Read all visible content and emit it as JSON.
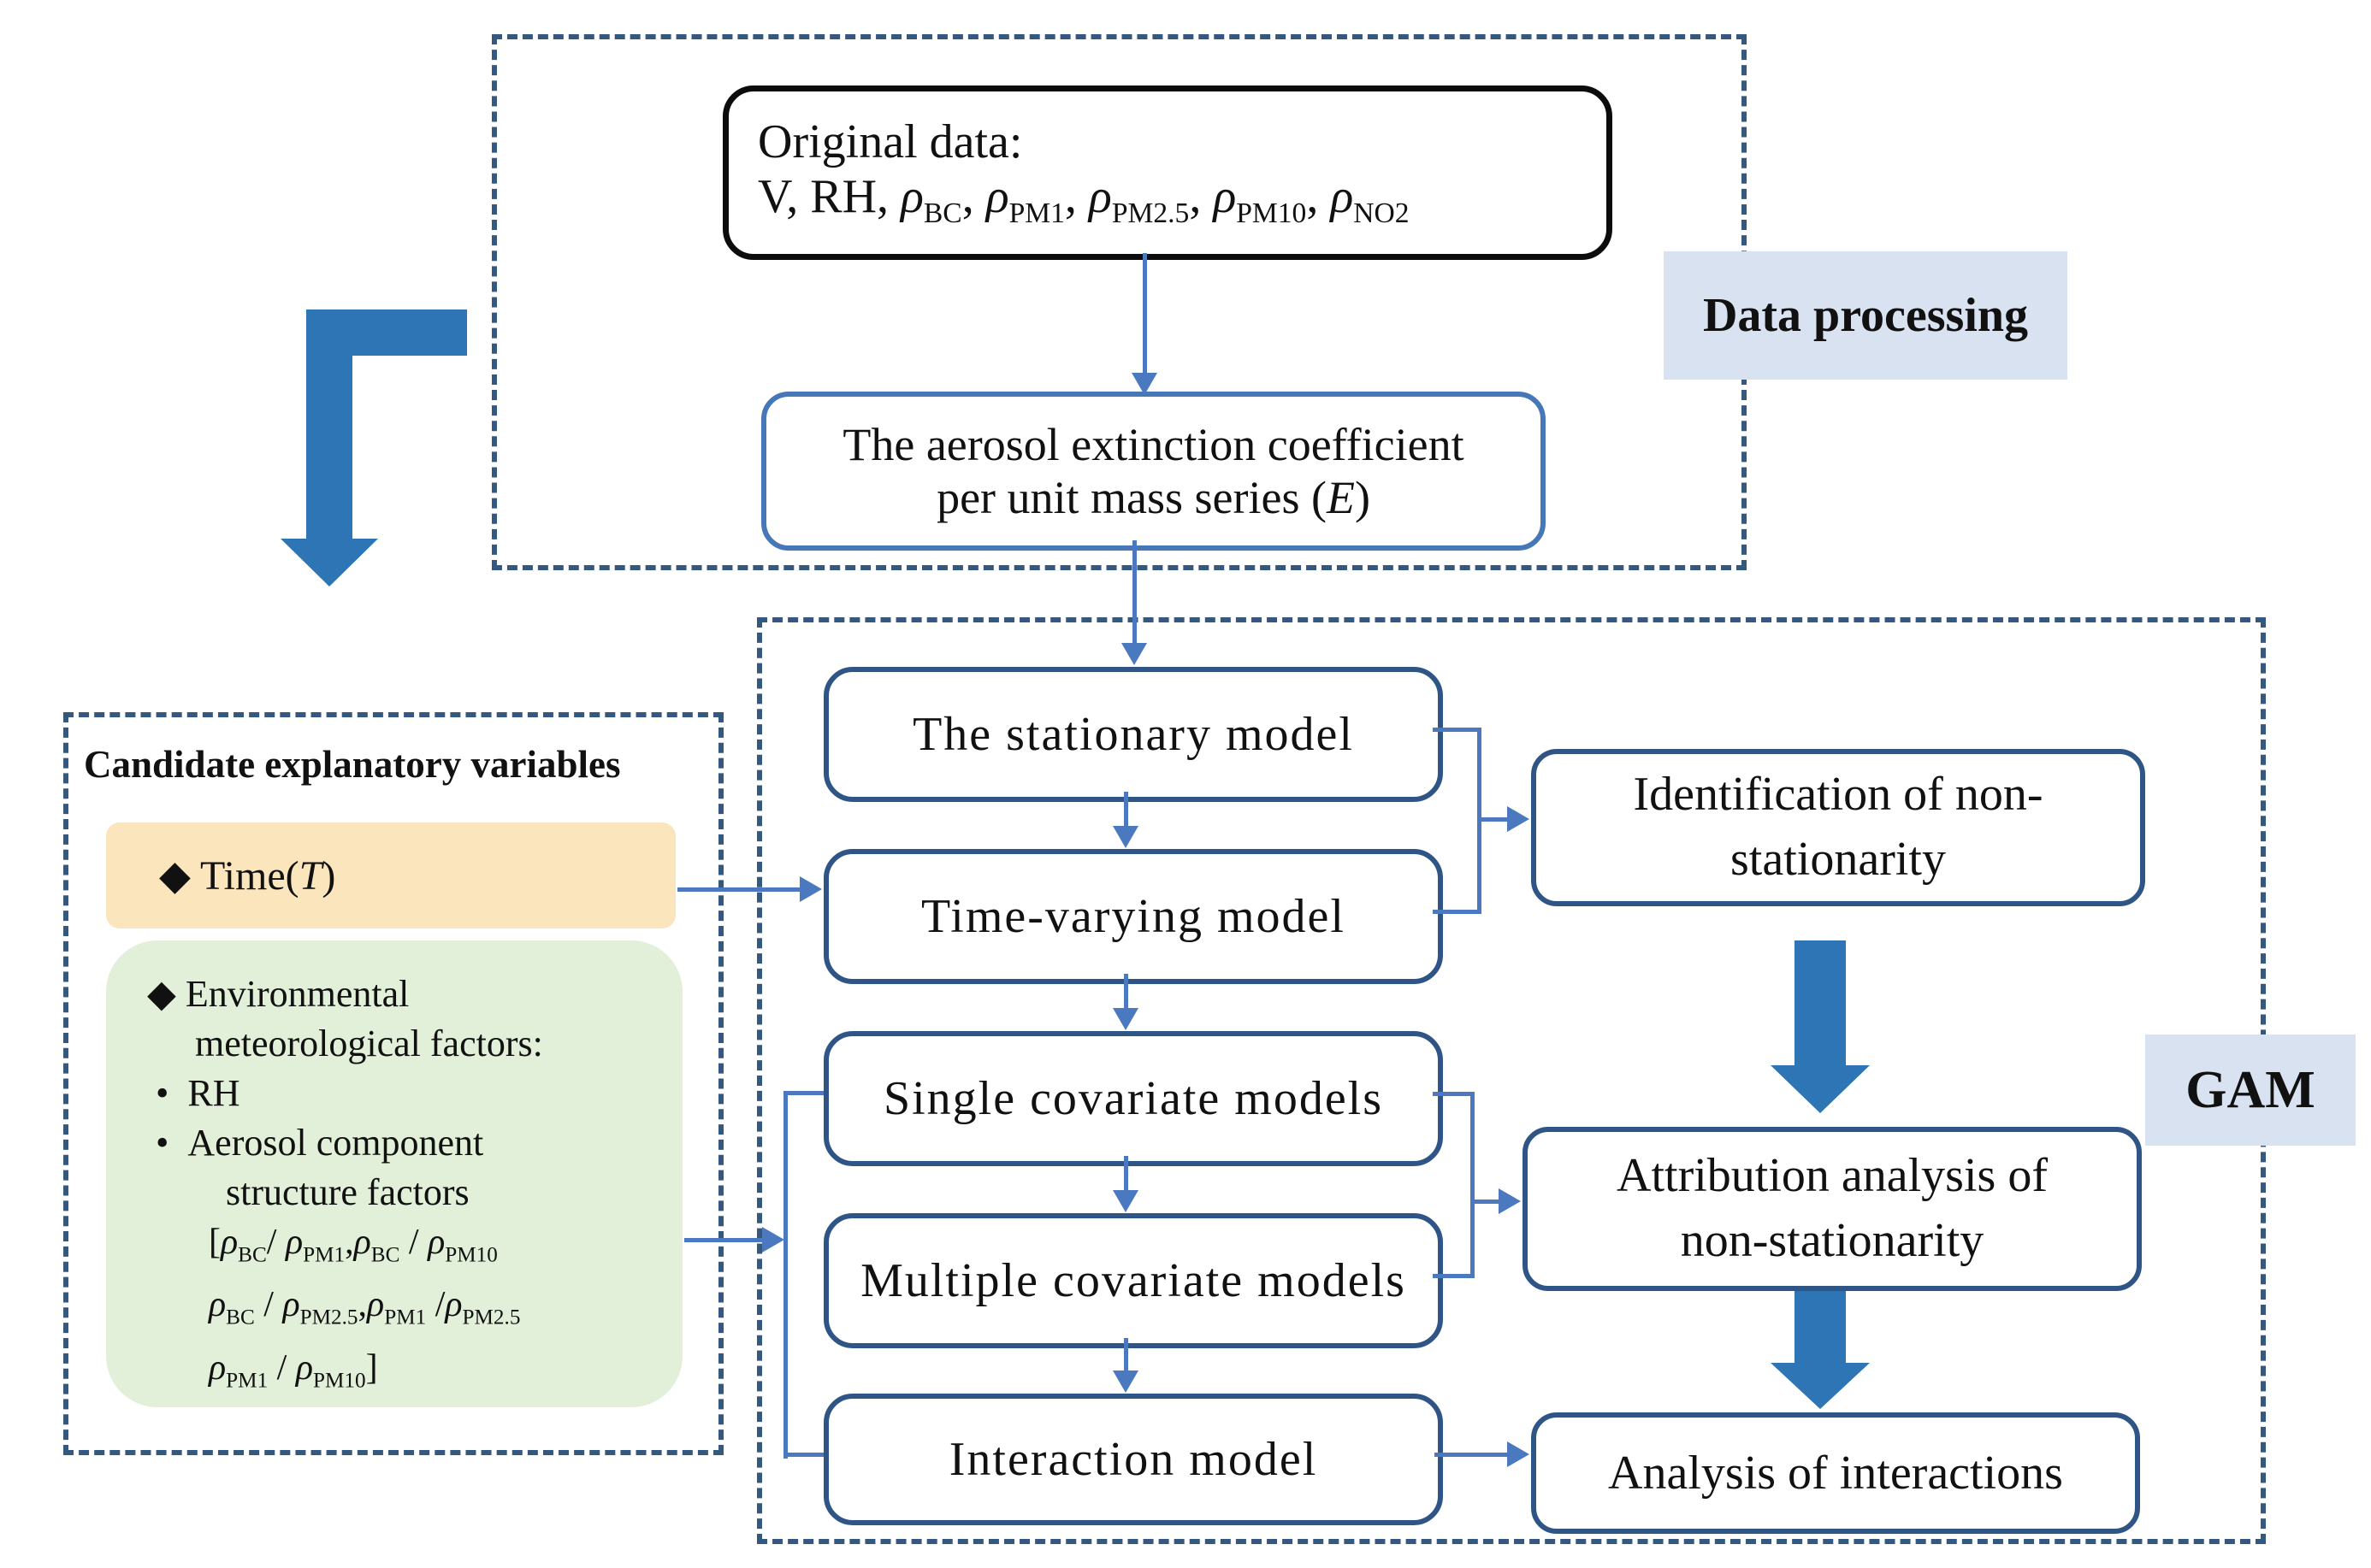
{
  "colors": {
    "dashed_border": "#35587e",
    "connector_blue": "#4b79c0",
    "block_arrow_blue": "#2e75b6",
    "section_label_bg": "#d9e2f0",
    "time_box_bg": "#fae5bd",
    "env_box_bg": "#e2efd9",
    "flow_box_border": "#2e5585",
    "original_box_border": "#0c0c0c"
  },
  "sections": {
    "data_processing": {
      "label": "Data processing",
      "original_box": {
        "line1": "Original data:",
        "line2_html": "V, RH, <i>ρ</i><sub>BC</sub>, <i>ρ</i><sub>PM1</sub>, <i>ρ</i><sub>PM2.5</sub>, <i>ρ</i><sub>PM10</sub>, <i>ρ</i><sub>NO2</sub>"
      },
      "extinction_box": {
        "line1": "The aerosol extinction coefficient",
        "line2_html": "per unit mass series (<i>E</i>)"
      }
    },
    "candidate": {
      "title": "Candidate explanatory variables",
      "time_item_html": "◆ Time(<i>T</i>)",
      "env_lines_html": [
        "◆ Environmental",
        "meteorological factors:",
        "•&nbsp;&nbsp;RH",
        "•&nbsp;&nbsp;Aerosol component",
        "structure factors",
        "[<i>ρ</i><sub>BC</sub>/ <i>ρ</i><sub>PM1</sub>,<i>ρ</i><sub>BC</sub> / <i>ρ</i><sub>PM10</sub>",
        "<i>ρ</i><sub>BC</sub> / <i>ρ</i><sub>PM2.5</sub>,<i>ρ</i><sub>PM1</sub> /<i>ρ</i><sub>PM2.5</sub>",
        "<i>ρ</i><sub>PM1</sub> / <i>ρ</i><sub>PM10</sub>]"
      ]
    },
    "gam": {
      "label": "GAM",
      "stationary": "The stationary model",
      "time_varying": "Time-varying model",
      "single": "Single covariate models",
      "multiple": "Multiple covariate models",
      "interaction": "Interaction model",
      "identification_l1": "Identification of non-",
      "identification_l2": "stationarity",
      "attribution_l1": "Attribution analysis of",
      "attribution_l2": "non-stationarity",
      "analysis": "Analysis of interactions"
    }
  }
}
